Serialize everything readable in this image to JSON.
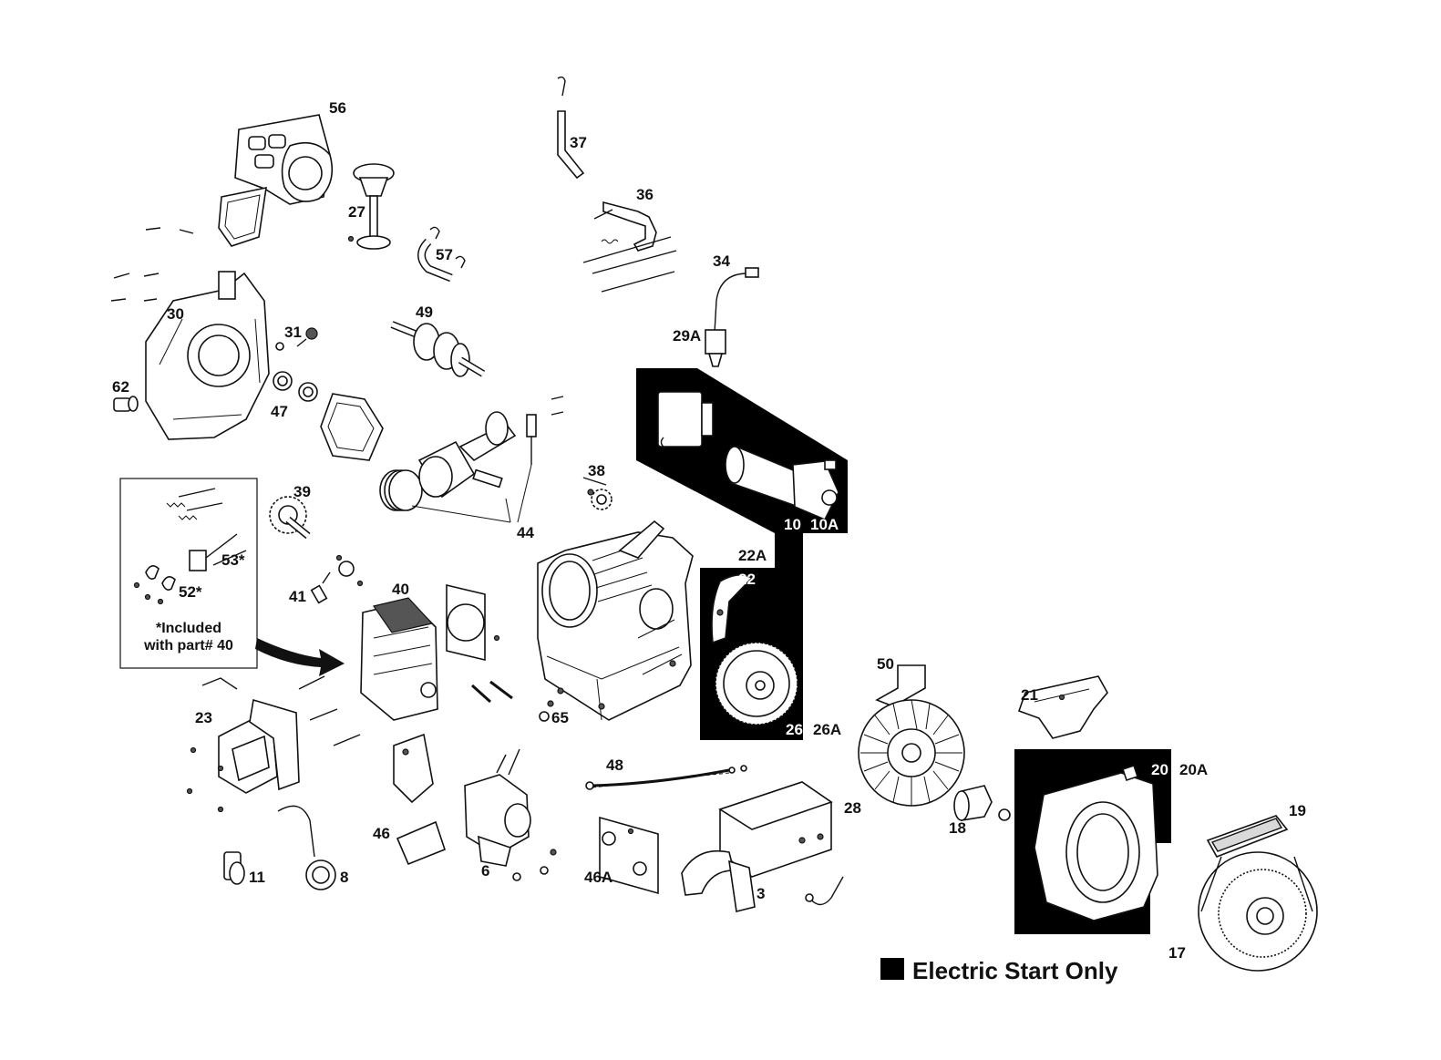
{
  "labels": {
    "p56": "56",
    "p27": "27",
    "p57": "57",
    "p37": "37",
    "p36": "36",
    "p34": "34",
    "p29A": "29A",
    "p30": "30",
    "p31": "31",
    "p49": "49",
    "p62": "62",
    "p47": "47",
    "p38": "38",
    "p44": "44",
    "p39": "39",
    "p10": "10",
    "p10A": "10A",
    "p22A": "22A",
    "p22": "22",
    "p53": "53*",
    "p52": "52*",
    "p41": "41",
    "p40": "40",
    "p26": "26",
    "p26A": "26A",
    "p50": "50",
    "p21": "21",
    "p23": "23",
    "p65": "65",
    "p48": "48",
    "p20": "20",
    "p20A": "20A",
    "p19": "19",
    "p28": "28",
    "p18": "18",
    "p46": "46",
    "p46A": "46A",
    "p6": "6",
    "p3": "3",
    "p11": "11",
    "p8": "8",
    "p17": "17"
  },
  "note": {
    "line1": "*Included",
    "line2": "with part# 40"
  },
  "legend": {
    "text": "Electric Start Only",
    "swatch_color": "#000000"
  },
  "colors": {
    "ink": "#111111",
    "electric_panel": "#000000",
    "background": "#ffffff"
  }
}
